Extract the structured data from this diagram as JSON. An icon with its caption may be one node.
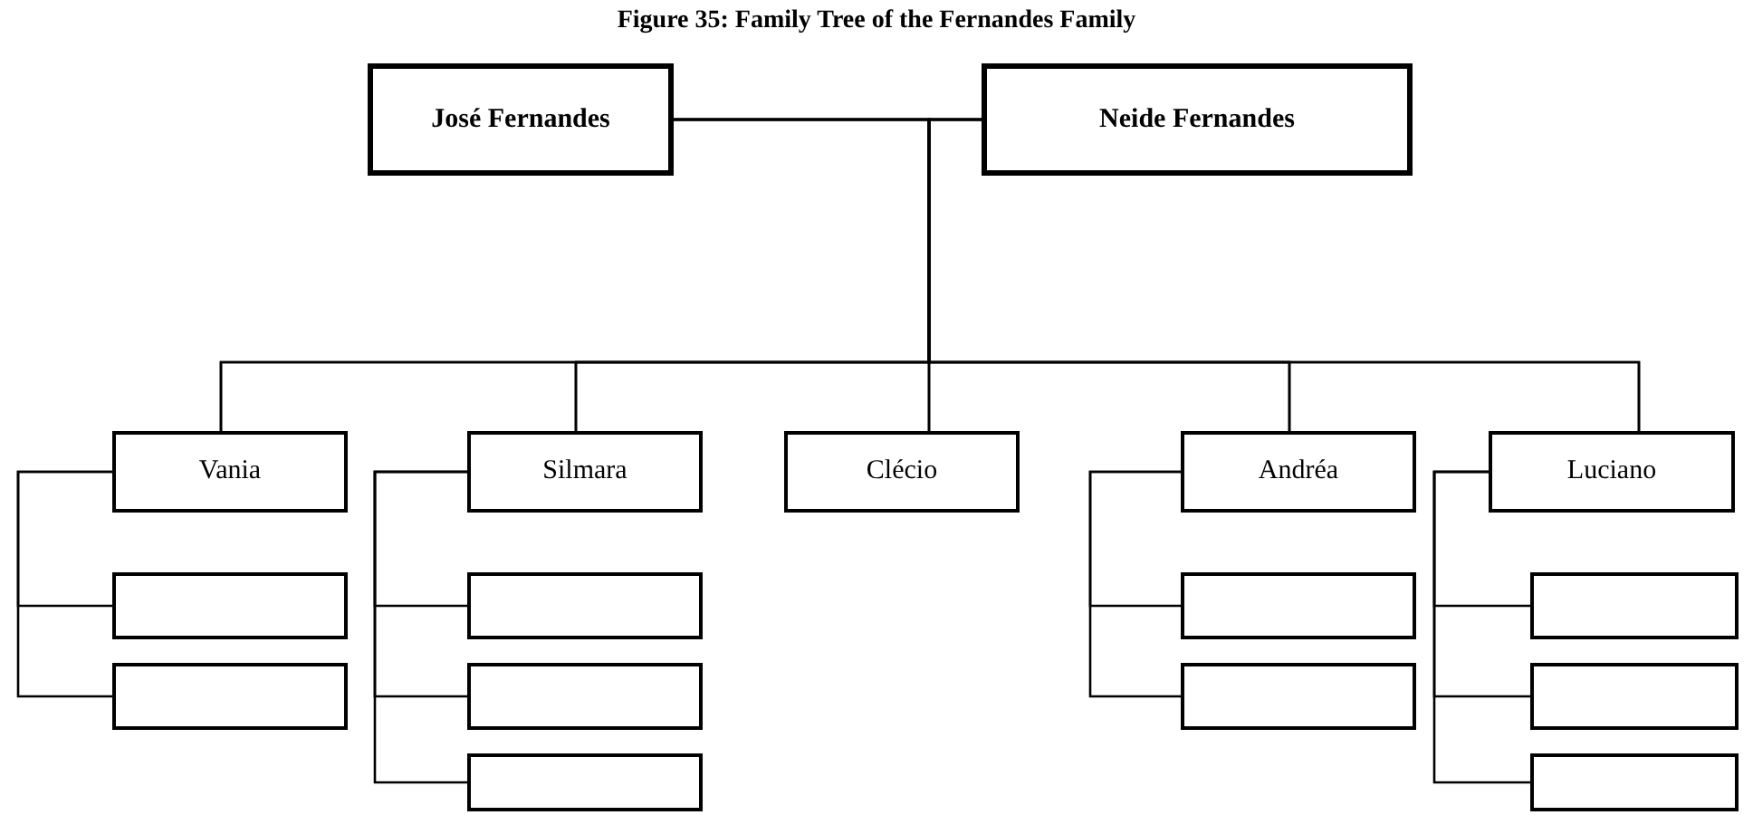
{
  "diagram": {
    "title": "Figure 35: Family Tree of the Fernandes Family",
    "nodes": [
      {
        "text": [
          "José Fernandes"
        ]
      },
      {
        "text": [
          "Neide Fernandes"
        ]
      },
      {
        "text": [
          "Vania"
        ]
      },
      {
        "text": [
          "Silmara"
        ]
      },
      {
        "text": [
          "Clécio"
        ]
      },
      {
        "text": [
          "Andréa"
        ]
      },
      {
        "text": [
          "Luciano"
        ]
      },
      {
        "text": [],
        "shape": "box"
      },
      {
        "text": [],
        "shape": "box"
      },
      {
        "text": [],
        "shape": "box"
      },
      {
        "text": [],
        "shape": "box"
      },
      {
        "text": [],
        "shape": "box"
      },
      {
        "text": [],
        "shape": "box"
      },
      {
        "text": [],
        "shape": "box"
      },
      {
        "text": [],
        "shape": "box"
      },
      {
        "text": [],
        "shape": "box"
      },
      {
        "text": [],
        "shape": "box"
      }
    ],
    "edges": [
      {
        "from": 0,
        "to": 1,
        "arrow": "none"
      },
      {
        "from": 0,
        "to": 2,
        "arrow": "none"
      },
      {
        "from": 0,
        "to": 3,
        "arrow": "none"
      },
      {
        "from": 0,
        "to": 4,
        "arrow": "none"
      },
      {
        "from": 0,
        "to": 5,
        "arrow": "none"
      },
      {
        "from": 0,
        "to": 6,
        "arrow": "none"
      },
      {
        "from": 1,
        "to": 2,
        "arrow": "none"
      },
      {
        "from": 1,
        "to": 3,
        "arrow": "none"
      },
      {
        "from": 1,
        "to": 4,
        "arrow": "none"
      },
      {
        "from": 1,
        "to": 5,
        "arrow": "none"
      },
      {
        "from": 1,
        "to": 6,
        "arrow": "none"
      },
      {
        "from": 2,
        "to": 7,
        "arrow": "none"
      },
      {
        "from": 2,
        "to": 8,
        "arrow": "none"
      },
      {
        "from": 3,
        "to": 9,
        "arrow": "none"
      },
      {
        "from": 3,
        "to": 10,
        "arrow": "none"
      },
      {
        "from": 3,
        "to": 11,
        "arrow": "none"
      },
      {
        "from": 5,
        "to": 12,
        "arrow": "none"
      },
      {
        "from": 5,
        "to": 13,
        "arrow": "none"
      },
      {
        "from": 6,
        "to": 14,
        "arrow": "none"
      },
      {
        "from": 6,
        "to": 15,
        "arrow": "none"
      },
      {
        "from": 6,
        "to": 16,
        "arrow": "none"
      }
    ]
  }
}
